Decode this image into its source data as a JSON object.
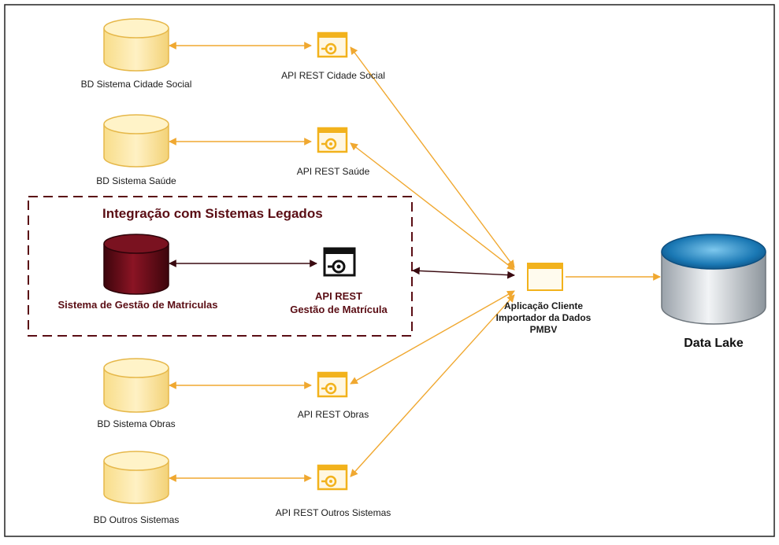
{
  "group": {
    "title": "Integração com Sistemas Legados"
  },
  "sources": [
    {
      "db_label": "BD Sistema Cidade Social",
      "api_label": "API REST Cidade Social"
    },
    {
      "db_label": "BD Sistema Saúde",
      "api_label": "API REST  Saúde"
    },
    {
      "db_label": "BD Sistema Obras",
      "api_label": "API REST  Obras"
    },
    {
      "db_label": "BD Outros Sistemas",
      "api_label": "API REST Outros Sistemas"
    }
  ],
  "legacy": {
    "db_label": "Sistema de Gestão de Matriculas",
    "api_label_line1": "API REST",
    "api_label_line2": "Gestão de Matrícula"
  },
  "client": {
    "line1": "Aplicação Cliente",
    "line2": "Importador da Dados",
    "line3": "PMBV"
  },
  "datalake": {
    "label": "Data Lake"
  },
  "colors": {
    "db_fill": "#fbe8a8",
    "db_stroke": "#e6b84a",
    "arrow_orange": "#f0a830",
    "api_orange": "#f2b21c",
    "legacy_db": "#6b0f1a",
    "legacy_border": "#5a0d14",
    "datalake_top": "#1e7fb8",
    "datalake_body": "#c8cdd2"
  }
}
